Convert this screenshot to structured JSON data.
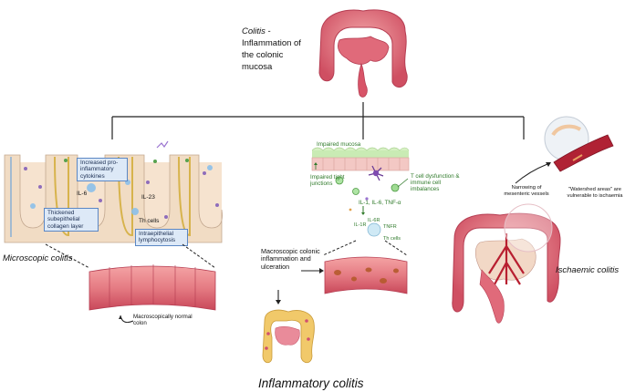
{
  "colors": {
    "tissue_pink": "#e88a8e",
    "tissue_dark": "#c9485a",
    "crypt_beige": "#f1dcc4",
    "green_text": "#2f7a2a",
    "label_box_fill": "#dde9f7",
    "label_box_border": "#5b87c4",
    "line": "#222222"
  },
  "top": {
    "title_italic": "Colitis",
    "title_rest": " -",
    "line2": "Inflammation of",
    "line3": "the colonic",
    "line4": "mucosa"
  },
  "microscopic": {
    "boxes": {
      "cytokines": "Increased pro-inflammatory cytokines",
      "collagen": "Thickened subepithelial collagen layer",
      "lympho": "Intraepithelial lymphocytosis"
    },
    "labels": {
      "il6": "IL-6",
      "il23": "IL-23",
      "th": "Th cells",
      "normal": "Macroscopically normal colon"
    },
    "title": "Microscopic colitis"
  },
  "inflammatory": {
    "labels": {
      "impaired_mucosa": "Impaired mucosa",
      "tight_junctions": "Impaired tight junctions",
      "tcell": "T cell dysfunction & immune cell imbalances",
      "cytokines": "IL-1, IL-6, TNF-α",
      "il6r": "IL-6R",
      "il1r": "IL-1R",
      "tnfr": "TNFR",
      "th": "Th cells",
      "macro": "Macroscopic colonic inflammation and ulceration"
    },
    "title": "Inflammatory colitis"
  },
  "ischaemic": {
    "labels": {
      "narrowing": "Narrowing of mesenteric vessels",
      "watershed": "\"Watershed areas\" are vulnerable to ischaemia"
    },
    "title": "Ischaemic colitis"
  }
}
